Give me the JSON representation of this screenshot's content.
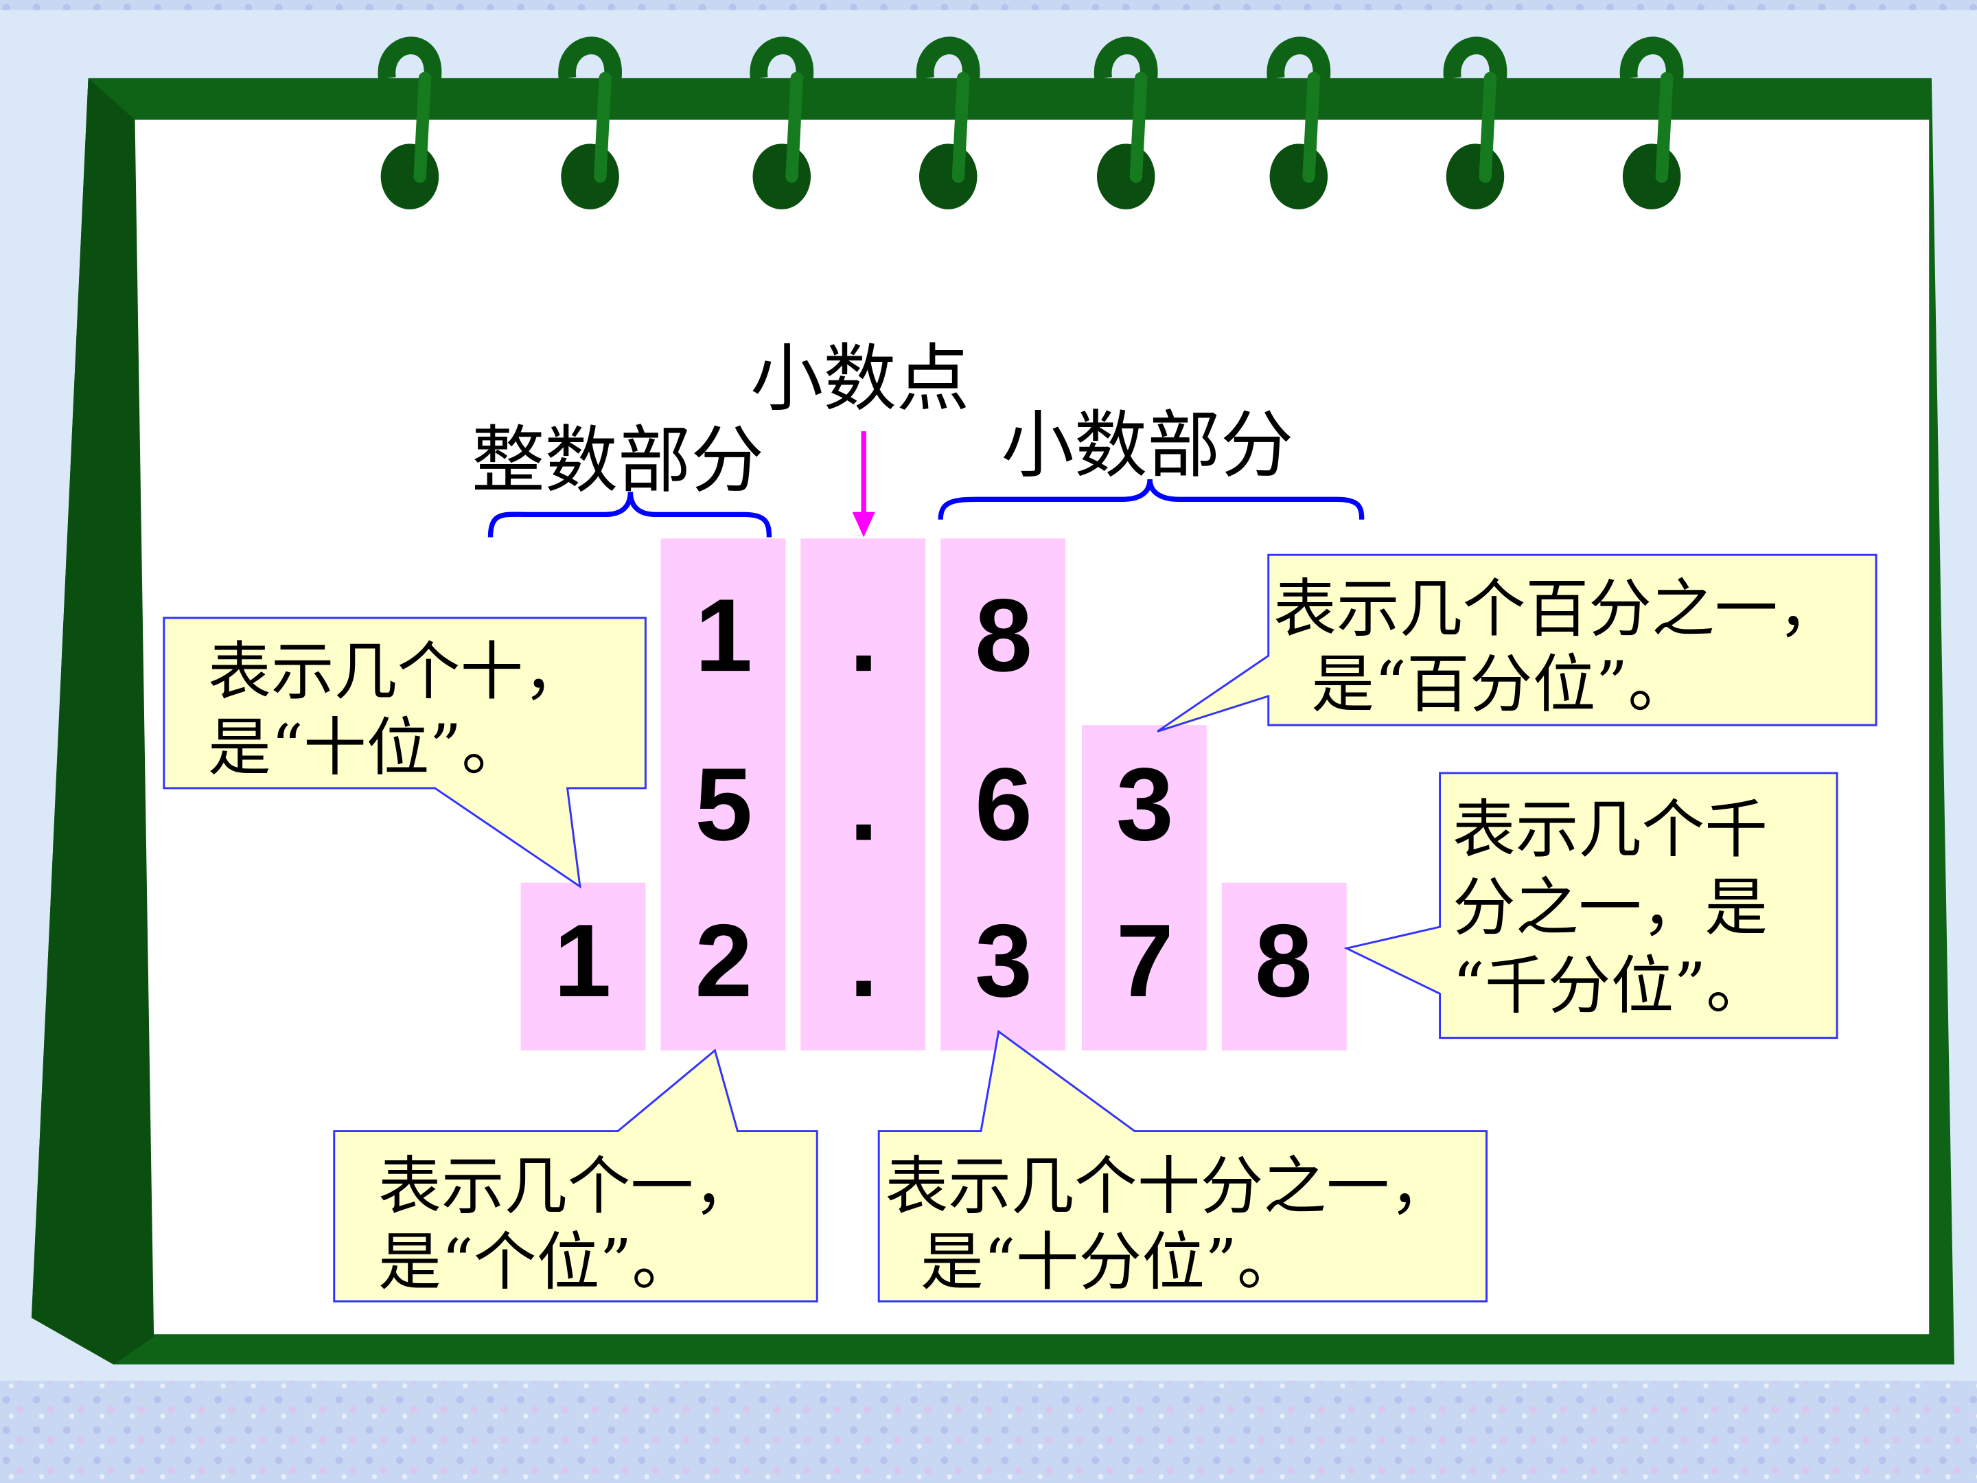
{
  "labels": {
    "decimal_point": "小数点",
    "integer_part": "整数部分",
    "decimal_part": "小数部分"
  },
  "numbers": [
    {
      "digits": [
        "",
        "1",
        ".",
        "8",
        "",
        ""
      ]
    },
    {
      "digits": [
        "",
        "5",
        ".",
        "6",
        "3",
        ""
      ]
    },
    {
      "digits": [
        "1",
        "2",
        ".",
        "3",
        "7",
        "8"
      ]
    }
  ],
  "callouts": {
    "tens": [
      "表示几个十，",
      "是“十位”。"
    ],
    "hundredths": [
      "表示几个百分之一，",
      " 是“百分位”。"
    ],
    "thousandths": [
      "表示几个千",
      "分之一，是",
      "“千分位”。"
    ],
    "ones": [
      "表示几个一，",
      "是“个位”。"
    ],
    "tenths": [
      "表示几个十分之一，",
      " 是“十分位”。"
    ]
  },
  "colors": {
    "frame": "#0f6316",
    "column": "#ffccff",
    "callout": "#ffffcc",
    "brace": "#0000ff",
    "arrow": "#ff00ff"
  }
}
